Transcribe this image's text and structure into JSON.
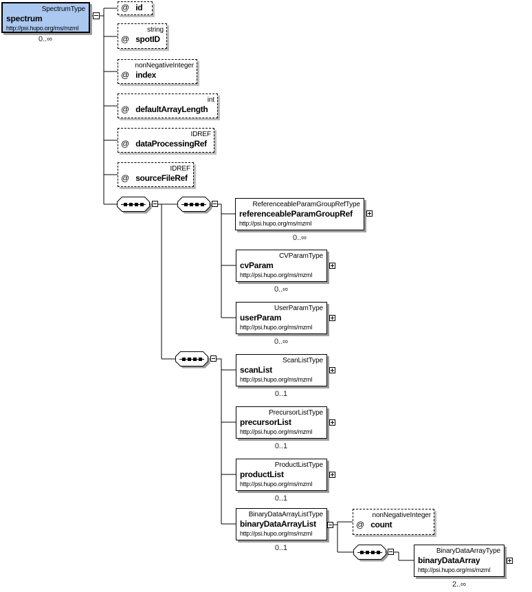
{
  "root": {
    "type": "SpectrumType",
    "name": "spectrum",
    "namespace": "http://psi.hupo.org/ms/mzml",
    "cardinality": "0..∞"
  },
  "attributes": [
    {
      "prefix": "@",
      "name": "id",
      "type": ""
    },
    {
      "prefix": "@",
      "name": "spotID",
      "type": "string"
    },
    {
      "prefix": "@",
      "name": "index",
      "type": "nonNegativeInteger"
    },
    {
      "prefix": "@",
      "name": "defaultArrayLength",
      "type": "int"
    },
    {
      "prefix": "@",
      "name": "dataProcessingRef",
      "type": "IDREF"
    },
    {
      "prefix": "@",
      "name": "sourceFileRef",
      "type": "IDREF"
    },
    {
      "prefix": "@",
      "name": "count",
      "type": "nonNegativeInteger"
    }
  ],
  "elements": [
    {
      "type": "ReferenceableParamGroupRefType",
      "name": "referenceableParamGroupRef",
      "namespace": "http://psi.hupo.org/ms/mzml",
      "cardinality": "0..∞"
    },
    {
      "type": "CVParamType",
      "name": "cvParam",
      "namespace": "http://psi.hupo.org/ms/mzml",
      "cardinality": "0..∞"
    },
    {
      "type": "UserParamType",
      "name": "userParam",
      "namespace": "http://psi.hupo.org/ms/mzml",
      "cardinality": "0..∞"
    },
    {
      "type": "ScanListType",
      "name": "scanList",
      "namespace": "http://psi.hupo.org/ms/mzml",
      "cardinality": "0..1"
    },
    {
      "type": "PrecursorListType",
      "name": "precursorList",
      "namespace": "http://psi.hupo.org/ms/mzml",
      "cardinality": "0..1"
    },
    {
      "type": "ProductListType",
      "name": "productList",
      "namespace": "http://psi.hupo.org/ms/mzml",
      "cardinality": "0..1"
    },
    {
      "type": "BinaryDataArrayListType",
      "name": "binaryDataArrayList",
      "namespace": "http://psi.hupo.org/ms/mzml",
      "cardinality": "0..1"
    },
    {
      "type": "BinaryDataArrayType",
      "name": "binaryDataArray",
      "namespace": "http://psi.hupo.org/ms/mzml",
      "cardinality": "2..∞"
    }
  ]
}
